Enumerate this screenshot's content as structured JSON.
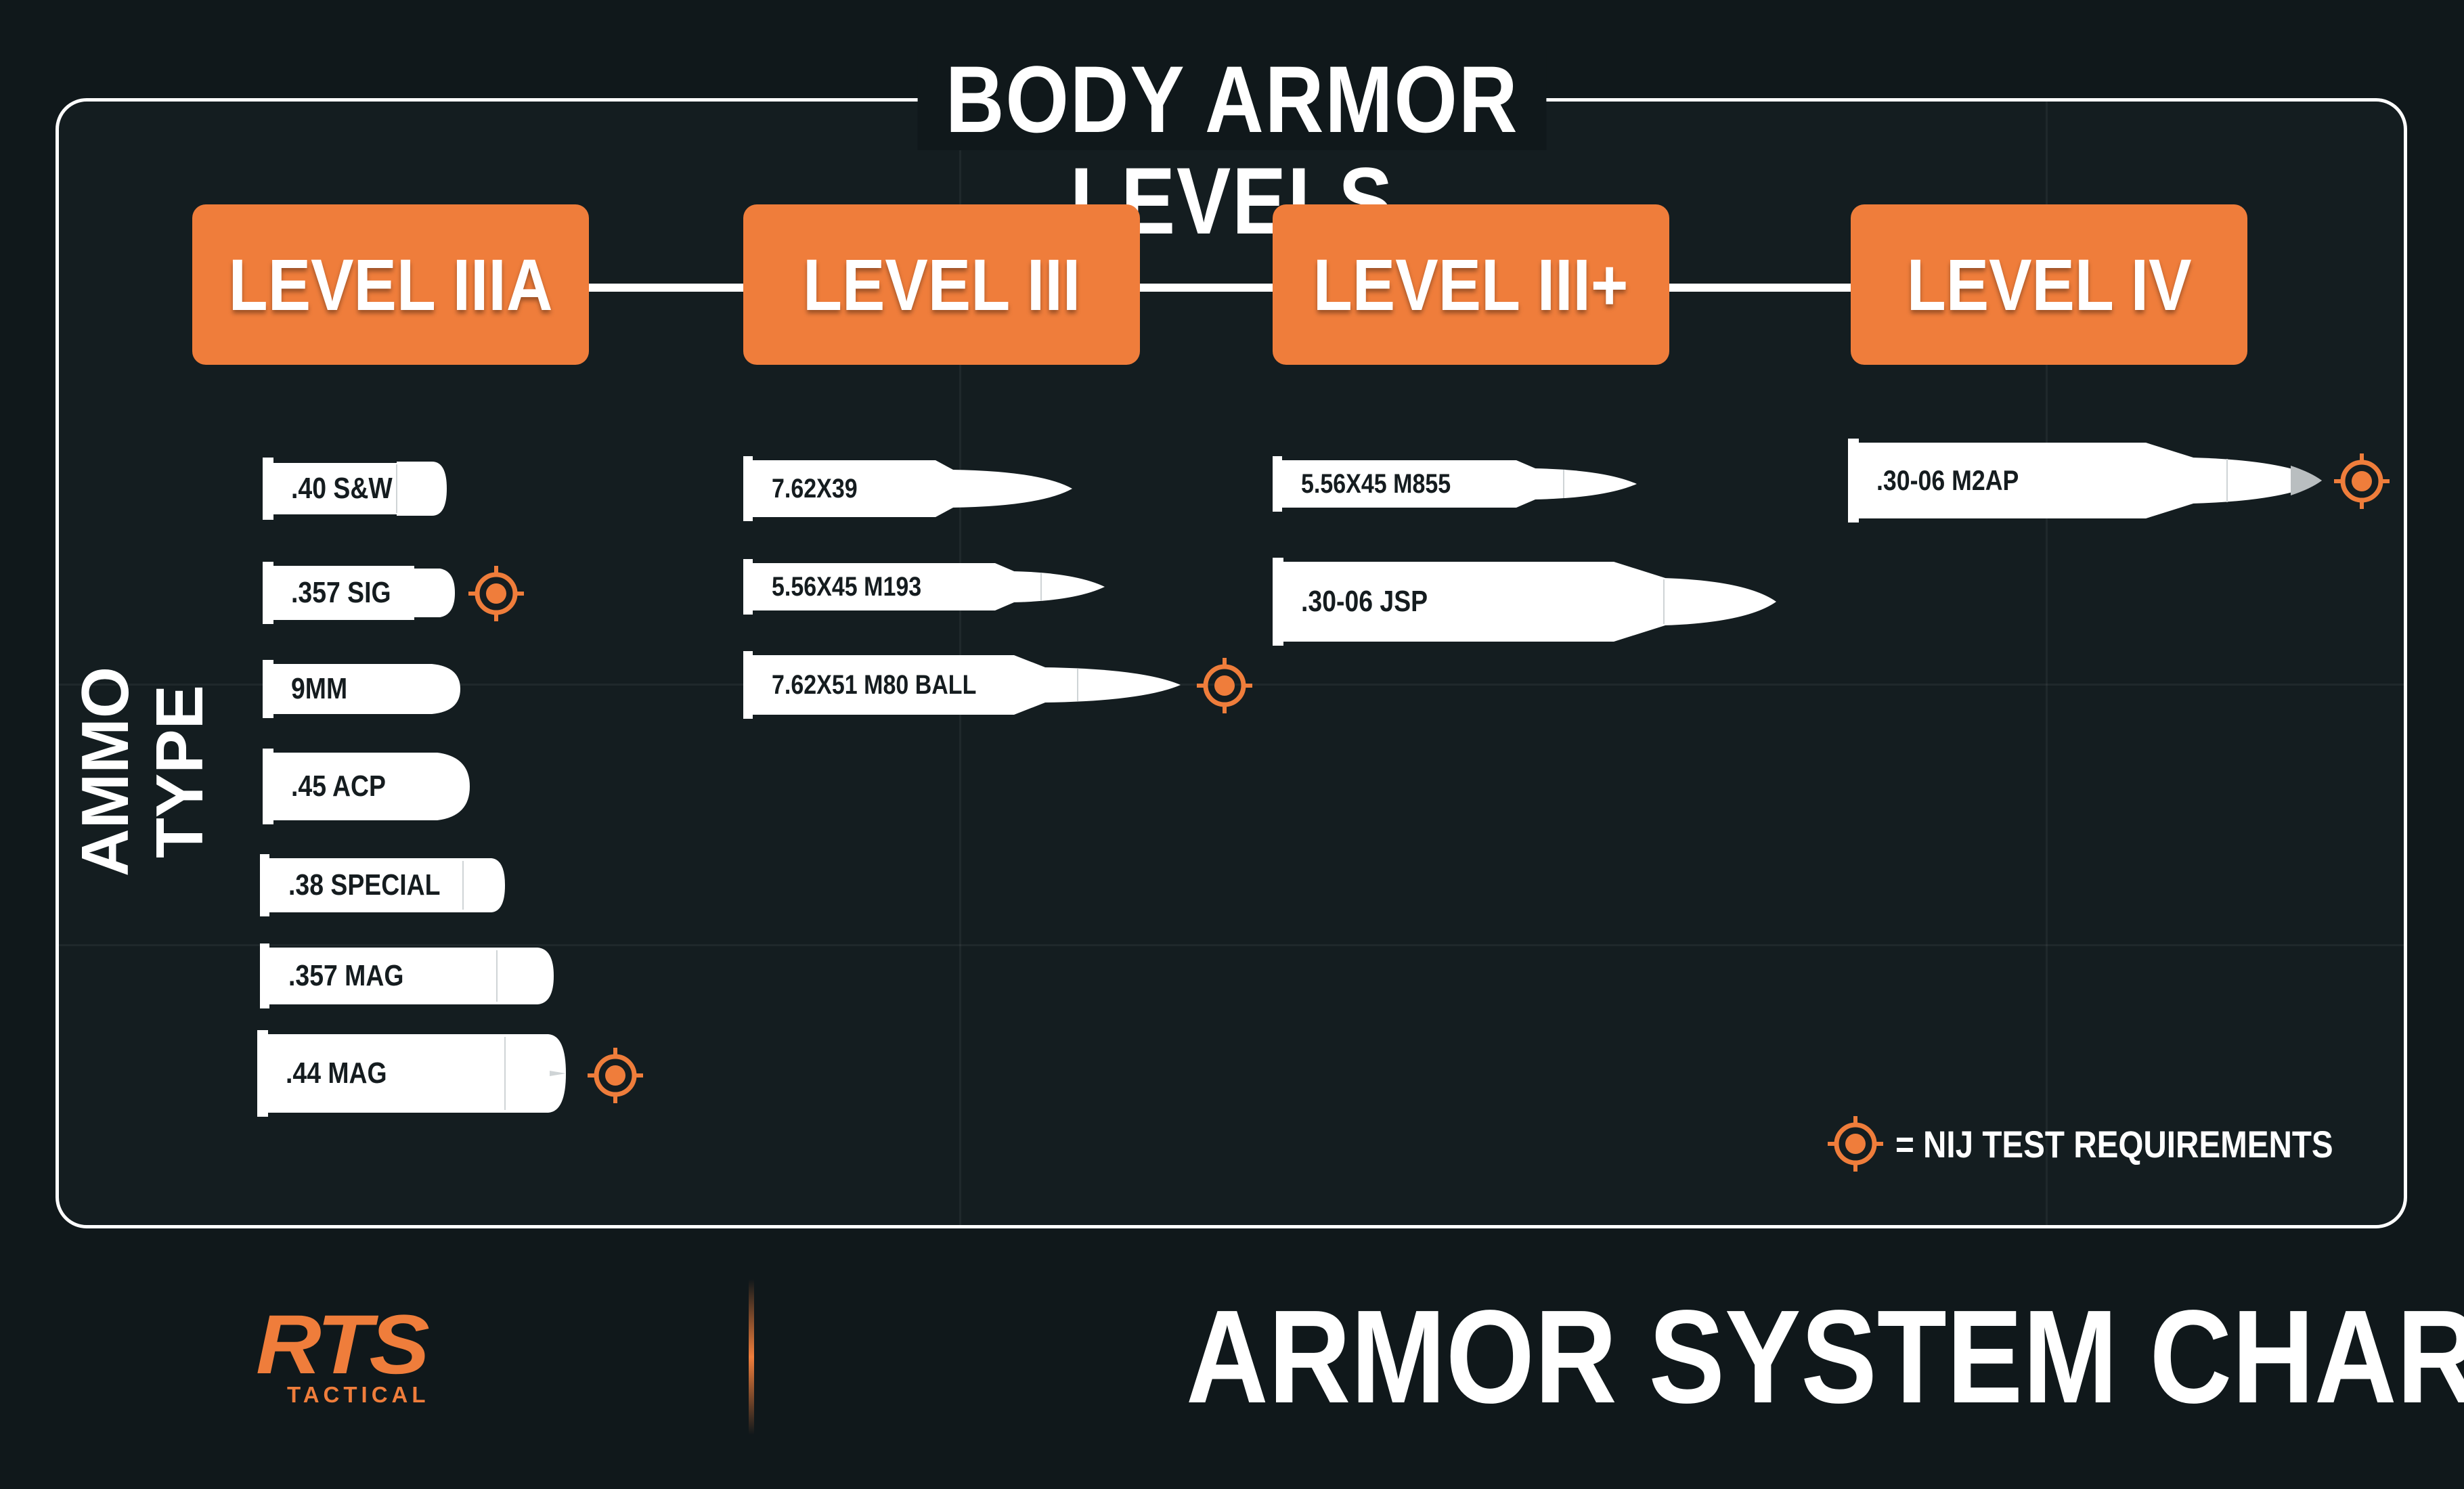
{
  "header": {
    "title": "BODY ARMOR LEVELS"
  },
  "axis_label": "AMMO TYPE",
  "levels": [
    {
      "label": "LEVEL IIIA"
    },
    {
      "label": "LEVEL III"
    },
    {
      "label": "LEVEL III+"
    },
    {
      "label": "LEVEL IV"
    }
  ],
  "ammo": {
    "level_iiia": [
      {
        "name": ".40  S&W",
        "nij_test": false
      },
      {
        "name": ".357 SIG",
        "nij_test": true
      },
      {
        "name": "9MM",
        "nij_test": false
      },
      {
        "name": ".45 ACP",
        "nij_test": false
      },
      {
        "name": ".38 SPECIAL",
        "nij_test": false
      },
      {
        "name": ".357 MAG",
        "nij_test": false
      },
      {
        "name": ".44 MAG",
        "nij_test": true
      }
    ],
    "level_iii": [
      {
        "name": "7.62X39",
        "nij_test": false
      },
      {
        "name": "5.56X45 M193",
        "nij_test": false
      },
      {
        "name": "7.62X51 M80 BALL",
        "nij_test": true
      }
    ],
    "level_iii_plus": [
      {
        "name": "5.56X45  M855",
        "nij_test": false
      },
      {
        "name": ".30-06 JSP",
        "nij_test": false
      }
    ],
    "level_iv": [
      {
        "name": ".30-06 M2AP",
        "nij_test": true
      }
    ]
  },
  "legend": {
    "text": "= NIJ TEST REQUIREMENTS",
    "icon": "target-icon"
  },
  "footer": {
    "logo_main": "RTS",
    "logo_sub": "TACTICAL",
    "title": "ARMOR SYSTEM CHART"
  },
  "colors": {
    "background": "#10181b",
    "accent": "#ef7d3b",
    "bullet": "#ffffff",
    "text_dark": "#151c1f"
  }
}
